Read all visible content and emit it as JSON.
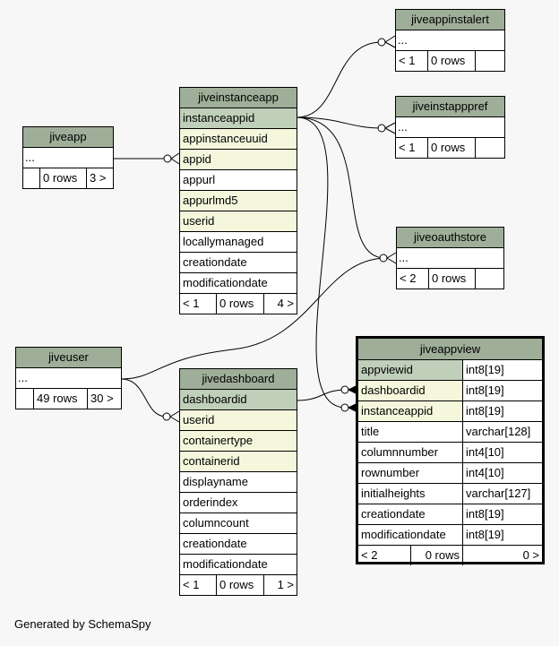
{
  "caption": "Generated by SchemaSpy",
  "tables": {
    "jiveappinstalert": {
      "name": "jiveappinstalert",
      "ellipsis": "...",
      "footer": [
        "< 1",
        "0 rows",
        ""
      ]
    },
    "jiveinstapppref": {
      "name": "jiveinstapppref",
      "ellipsis": "...",
      "footer": [
        "< 1",
        "0 rows",
        ""
      ]
    },
    "jiveoauthstore": {
      "name": "jiveoauthstore",
      "ellipsis": "...",
      "footer": [
        "< 2",
        "0 rows",
        ""
      ]
    },
    "jiveapp": {
      "name": "jiveapp",
      "ellipsis": "...",
      "footer": [
        "",
        "0 rows",
        "3 >"
      ]
    },
    "jiveuser": {
      "name": "jiveuser",
      "ellipsis": "...",
      "footer": [
        "",
        "49 rows",
        "30 >"
      ]
    },
    "jiveinstanceapp": {
      "name": "jiveinstanceapp",
      "columns": [
        "instanceappid",
        "appinstanceuuid",
        "appid",
        "appurl",
        "appurlmd5",
        "userid",
        "locallymanaged",
        "creationdate",
        "modificationdate"
      ],
      "footer": [
        "< 1",
        "0 rows",
        "4 >"
      ]
    },
    "jivedashboard": {
      "name": "jivedashboard",
      "columns": [
        "dashboardid",
        "userid",
        "containertype",
        "containerid",
        "displayname",
        "orderindex",
        "columncount",
        "creationdate",
        "modificationdate"
      ],
      "footer": [
        "< 1",
        "0 rows",
        "1 >"
      ]
    },
    "jiveappview": {
      "name": "jiveappview",
      "columns": [
        {
          "name": "appviewid",
          "type": "int8[19]"
        },
        {
          "name": "dashboardid",
          "type": "int8[19]"
        },
        {
          "name": "instanceappid",
          "type": "int8[19]"
        },
        {
          "name": "title",
          "type": "varchar[128]"
        },
        {
          "name": "columnnumber",
          "type": "int4[10]"
        },
        {
          "name": "rownumber",
          "type": "int4[10]"
        },
        {
          "name": "initialheights",
          "type": "varchar[127]"
        },
        {
          "name": "creationdate",
          "type": "int8[19]"
        },
        {
          "name": "modificationdate",
          "type": "int8[19]"
        }
      ],
      "footer": [
        "< 2",
        "0 rows",
        "0 >"
      ]
    }
  }
}
